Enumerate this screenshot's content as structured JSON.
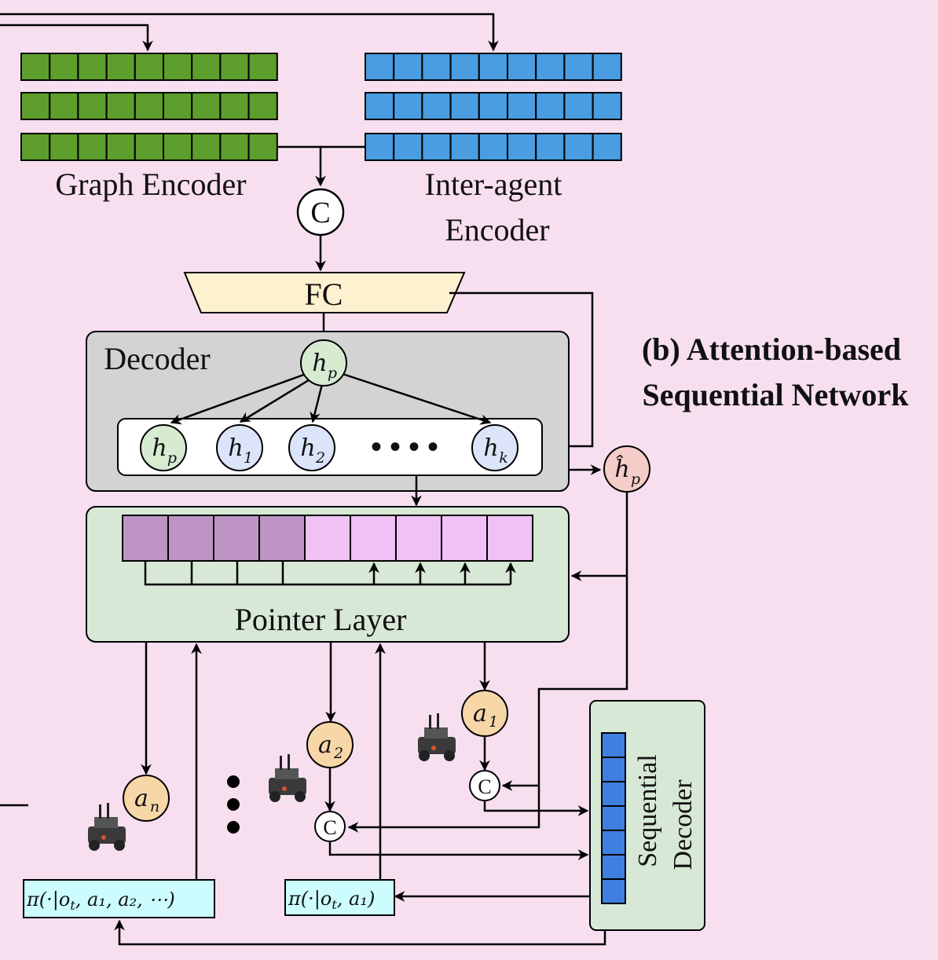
{
  "diagram": {
    "section_title": {
      "line1": "(b) Attention-based",
      "line2": "Sequential Network"
    },
    "graph_encoder": {
      "label": "Graph Encoder",
      "color": "#5e9e2c"
    },
    "inter_agent_encoder": {
      "label_line1": "Inter-agent",
      "label_line2": "Encoder",
      "color": "#4a9de0"
    },
    "concat_symbol": "C",
    "fc": {
      "label": "FC",
      "color": "#fdf1cf"
    },
    "decoder": {
      "label": "Decoder",
      "query_node": {
        "base": "h",
        "sub": "p"
      },
      "nodes": [
        {
          "base": "h",
          "sub": "p"
        },
        {
          "base": "h",
          "sub": "1"
        },
        {
          "base": "h",
          "sub": "2"
        },
        {
          "base": "h",
          "sub": "k"
        }
      ],
      "ellipsis": "• • • •"
    },
    "h_hat_p": {
      "base": "ĥ",
      "sub": "p"
    },
    "pointer_layer": {
      "label": "Pointer Layer",
      "dark_cell_color": "#bd94c4",
      "light_cell_color": "#f0c1f4"
    },
    "actions": [
      {
        "base": "a",
        "sub": "1"
      },
      {
        "base": "a",
        "sub": "2"
      },
      {
        "base": "a",
        "sub": "n"
      }
    ],
    "vertical_ellipsis": "⋮",
    "sequential_decoder": {
      "label_line1": "Sequential",
      "label_line2": "Decoder",
      "cell_color": "#3f7fe0"
    },
    "policy_boxes": [
      {
        "text": "π(·|o",
        "sub": "t",
        "rest": ", a₁)"
      },
      {
        "text": "π(·|o",
        "sub": "t",
        "rest": ", a₁, a₂, ⋯)"
      }
    ]
  }
}
